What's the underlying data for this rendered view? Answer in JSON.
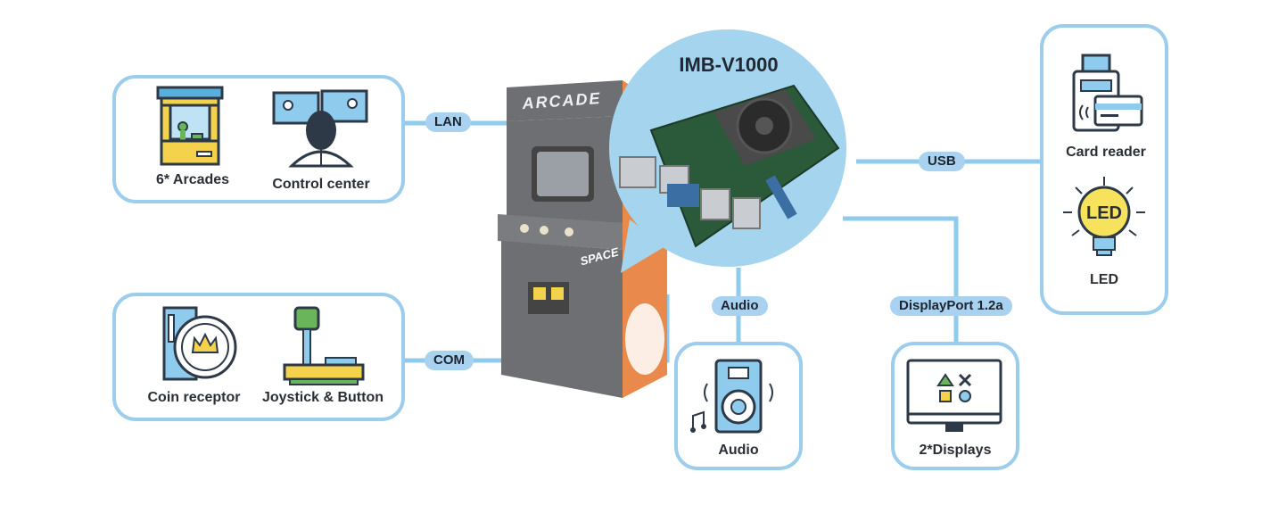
{
  "board": {
    "name": "IMB-V1000"
  },
  "connections": {
    "lan": "LAN",
    "com": "COM",
    "usb": "USB",
    "audio": "Audio",
    "displayport": "DisplayPort 1.2a"
  },
  "devices": {
    "arcades": "6* Arcades",
    "control_center": "Control center",
    "coin_receptor": "Coin receptor",
    "joystick_button": "Joystick & Button",
    "card_reader": "Card reader",
    "led": "LED",
    "led_bulb_text": "LED",
    "audio": "Audio",
    "displays": "2*Displays"
  },
  "cabinet": {
    "marquee": "ARCADE",
    "side_text": "SPACE"
  },
  "colors": {
    "line": "#8fcbec",
    "circle": "#a5d4ee",
    "cabinet_orange": "#e98a4c",
    "cabinet_gray": "#6d6f72"
  }
}
